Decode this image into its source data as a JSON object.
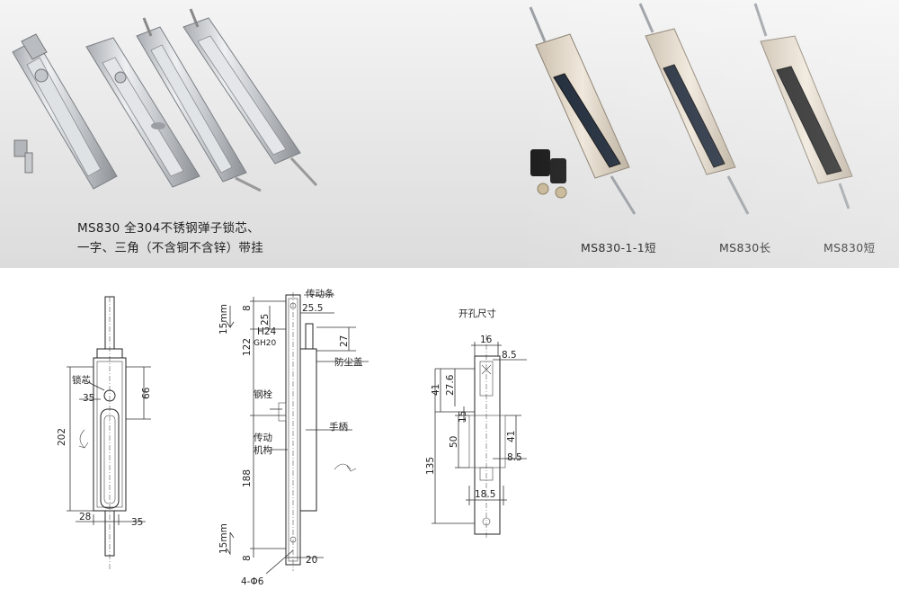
{
  "photos": {
    "caption_line1": "MS830  全304不锈钢弹子锁芯、",
    "caption_line2": "一字、三角（不含铜不含锌）带挂",
    "models": [
      "MS830-1-1短",
      "MS830长",
      "MS830短"
    ]
  },
  "drawings": {
    "front": {
      "labels": {
        "lock_core": "锁芯"
      },
      "dims": {
        "d66": "66",
        "d35a": "35",
        "d202": "202",
        "d28": "28",
        "d35b": "35"
      }
    },
    "side": {
      "labels": {
        "drive_bar": "传动条",
        "dust_cover": "防尘盖",
        "steel_bolt": "钢栓",
        "mechanism_1": "传动",
        "mechanism_2": "机构",
        "handle": "手柄",
        "h24": "H24",
        "gh20": "GH20"
      },
      "dims": {
        "d8a": "8",
        "d25": "25",
        "d25_5": "25.5",
        "d15mm_a": "15mm",
        "d27": "27",
        "d122": "122",
        "d188": "188",
        "d15mm_b": "15mm",
        "d8b": "8",
        "d20": "20",
        "holes": "4-Φ6"
      }
    },
    "cutout": {
      "title": "开孔尺寸",
      "dims": {
        "d16": "16",
        "d8_5a": "8.5",
        "d41a": "41",
        "d27_6": "27.6",
        "d15": "15",
        "d50": "50",
        "d41b": "41",
        "d8_5b": "8.5",
        "d135": "135",
        "d18_5": "18.5"
      }
    }
  }
}
